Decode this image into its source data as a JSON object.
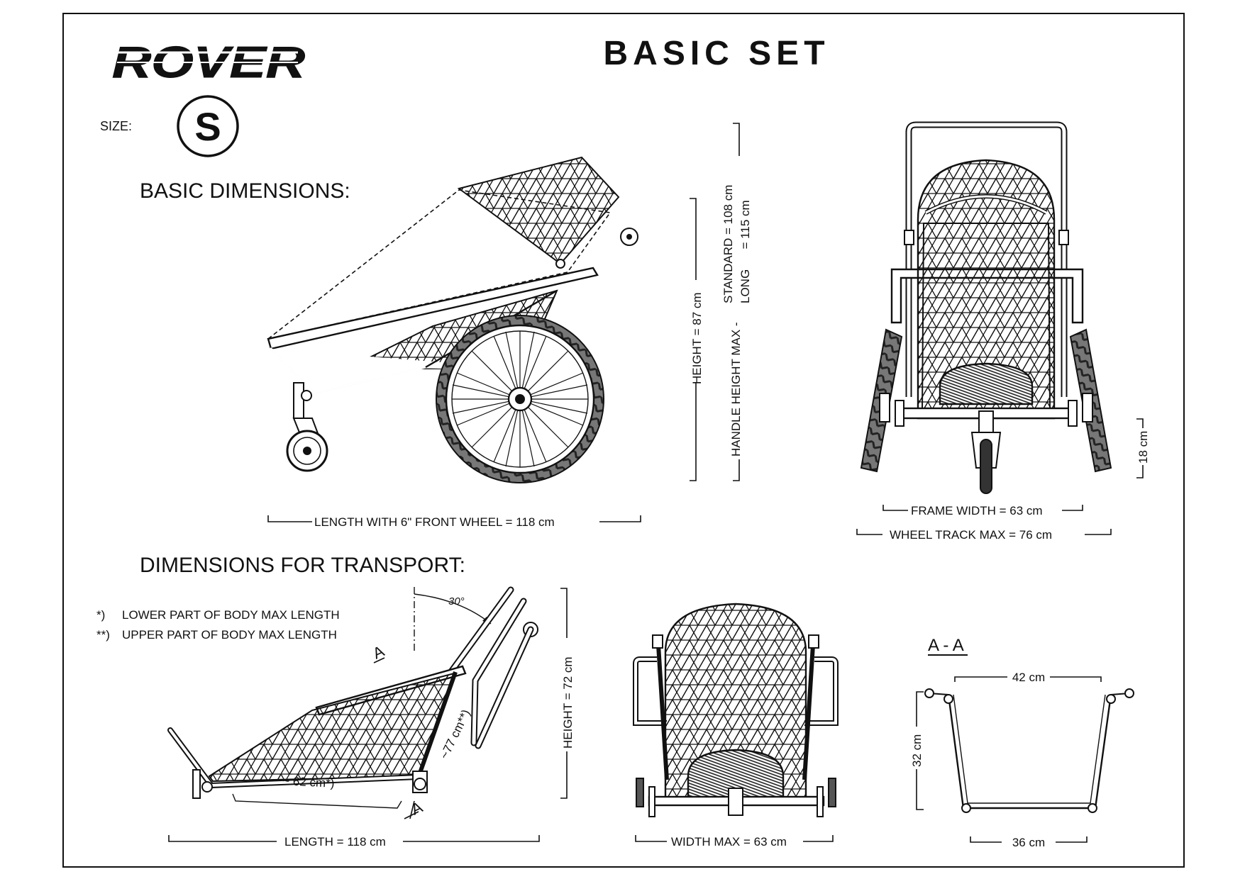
{
  "logo": "ROVER",
  "title": "BASIC SET",
  "size": {
    "label": "SIZE:",
    "value": "S"
  },
  "sections": {
    "basic": "BASIC DIMENSIONS:",
    "transport": "DIMENSIONS FOR TRANSPORT:"
  },
  "basic_dims": {
    "length": "LENGTH WITH  6\" FRONT WHEEL = 118 cm",
    "height": "HEIGHT = 87 cm",
    "handle_height_line1": "HANDLE HEIGHT MAX -",
    "handle_standard": "STANDARD = 108 cm",
    "handle_long": "LONG      = 115 cm",
    "frame_width": "FRAME WIDTH = 63 cm",
    "wheel_track": "WHEEL TRACK MAX = 76 cm",
    "ground_clearance": "18 cm"
  },
  "notes": [
    {
      "mark": "*)",
      "text": "LOWER PART OF BODY MAX LENGTH"
    },
    {
      "mark": "**)",
      "text": "UPPER PART OF BODY MAX LENGTH"
    }
  ],
  "transport_dims": {
    "angle": "30°",
    "lower_length": "~ 62 cm*)",
    "upper_length": "~77 cm**)",
    "section_mark": "A",
    "height": "HEIGHT = 72 cm",
    "length": "LENGTH = 118 cm",
    "width": "WIDTH MAX = 63 cm"
  },
  "section_aa": {
    "title": "A - A",
    "top_width": "42 cm",
    "bottom_width": "36 cm",
    "depth": "32 cm"
  }
}
